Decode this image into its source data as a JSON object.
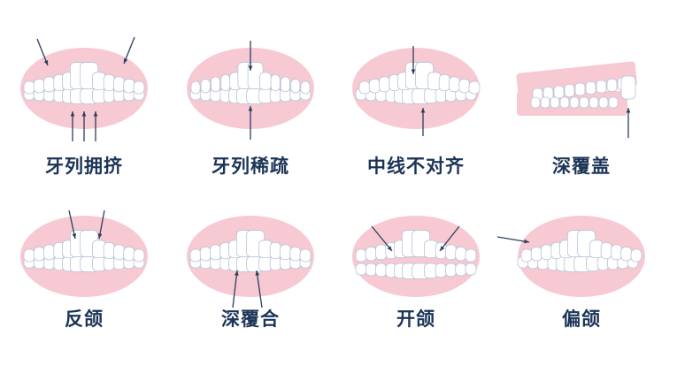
{
  "colors": {
    "gum": "#f7c9d3",
    "teeth": "#ffffff",
    "outline": "#b9c4d6",
    "arrow": "#2c3e5c",
    "label": "#1c3557"
  },
  "items": [
    {
      "label": "牙列拥挤"
    },
    {
      "label": "牙列稀疏"
    },
    {
      "label": "中线不对齐"
    },
    {
      "label": "深覆盖"
    },
    {
      "label": "反颌"
    },
    {
      "label": "深覆合"
    },
    {
      "label": "开颌"
    },
    {
      "label": "偏颌"
    }
  ]
}
